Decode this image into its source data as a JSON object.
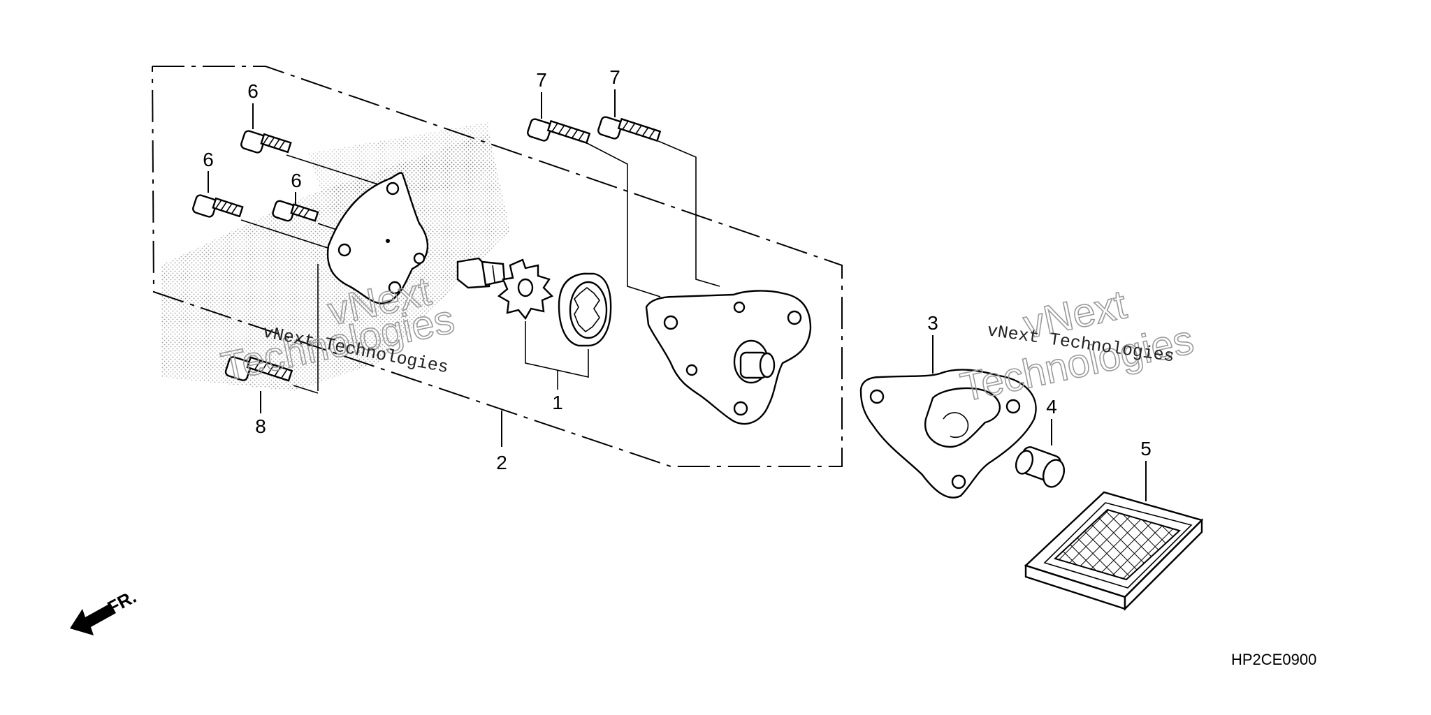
{
  "diagram": {
    "callouts": {
      "c1": "1",
      "c2": "2",
      "c3": "3",
      "c4": "4",
      "c5": "5",
      "c6a": "6",
      "c6b": "6",
      "c6c": "6",
      "c7a": "7",
      "c7b": "7",
      "c8": "8"
    },
    "watermarks": {
      "left_small": "vNext Technologies",
      "left_big_1": "vNext",
      "left_big_2": "Technologies",
      "right_small": "vNext Technologies",
      "right_big_1": "vNext",
      "right_big_2": "Technologies"
    },
    "front_label": "FR.",
    "diagram_code": "HP2CE0900"
  }
}
